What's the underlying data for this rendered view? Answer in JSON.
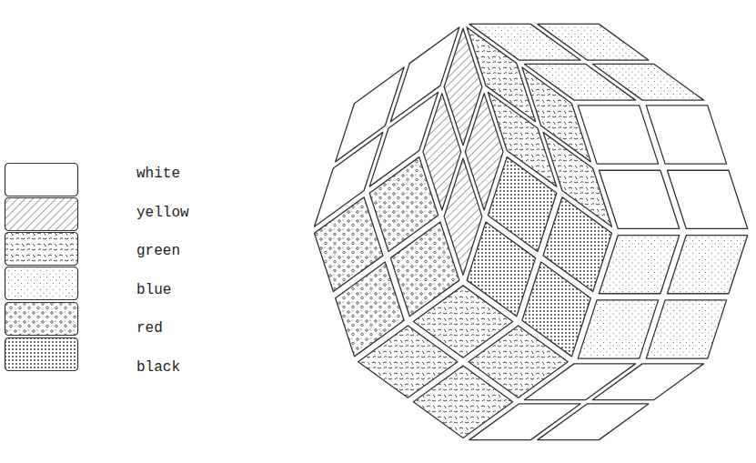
{
  "diagram": {
    "legend": [
      {
        "text": "white"
      },
      {
        "text": "yellow"
      },
      {
        "text": "green"
      },
      {
        "text": "blue"
      },
      {
        "text": "red"
      },
      {
        "text": "black"
      }
    ]
  }
}
